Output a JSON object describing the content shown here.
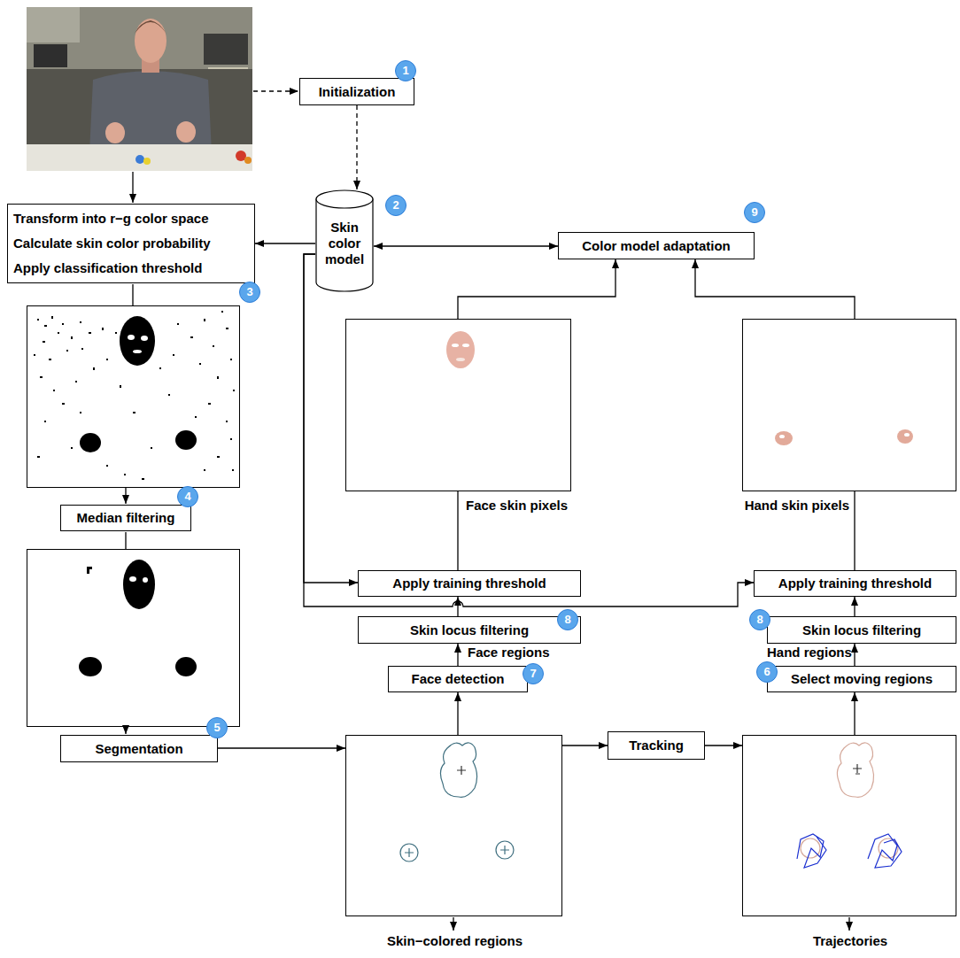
{
  "diagram": {
    "nodes": [
      {
        "text": [
          "Initialization"
        ]
      },
      {
        "text": [
          "Skin color model"
        ]
      },
      {
        "text": [
          "Transform into r−g color space",
          "Calculate skin color probability",
          "Apply classification threshold"
        ]
      },
      {
        "text": [
          "Color model adaptation"
        ]
      },
      {
        "text": [
          "Face skin pixels"
        ]
      },
      {
        "text": [
          "Hand skin pixels"
        ]
      },
      {
        "text": [
          "Median filtering"
        ]
      },
      {
        "text": [
          "Apply training threshold"
        ]
      },
      {
        "text": [
          "Apply training threshold"
        ]
      },
      {
        "text": [
          "Skin locus filtering"
        ]
      },
      {
        "text": [
          "Skin locus filtering"
        ]
      },
      {
        "text": [
          "Face detection"
        ]
      },
      {
        "text": [
          "Select moving regions"
        ]
      },
      {
        "text": [
          "Segmentation"
        ]
      },
      {
        "text": [
          "Skin−colored regions"
        ]
      },
      {
        "text": [
          "Tracking"
        ]
      },
      {
        "text": [
          "Trajectories"
        ]
      }
    ],
    "edges": [
      {
        "from": 0,
        "to": 1,
        "arrow": "to"
      },
      {
        "from": 1,
        "to": 2,
        "arrow": "to"
      },
      {
        "from": 1,
        "to": 3,
        "arrow": "both"
      },
      {
        "from": 4,
        "to": 3,
        "arrow": "to"
      },
      {
        "from": 5,
        "to": 3,
        "arrow": "to"
      },
      {
        "from": 1,
        "to": 7,
        "arrow": "to"
      },
      {
        "from": 1,
        "to": 8,
        "arrow": "to"
      },
      {
        "from": 9,
        "to": 7,
        "arrow": "to"
      },
      {
        "from": 7,
        "to": 4,
        "arrow": "none"
      },
      {
        "from": 11,
        "to": 9,
        "arrow": "to"
      },
      {
        "from": 14,
        "to": 11,
        "arrow": "to"
      },
      {
        "from": 10,
        "to": 8,
        "arrow": "to"
      },
      {
        "from": 8,
        "to": 5,
        "arrow": "none"
      },
      {
        "from": 12,
        "to": 10,
        "arrow": "to"
      },
      {
        "from": 16,
        "to": 12,
        "arrow": "to"
      },
      {
        "from": 13,
        "to": 14,
        "arrow": "to"
      },
      {
        "from": 14,
        "to": 15,
        "arrow": "to"
      },
      {
        "from": 15,
        "to": 16,
        "arrow": "to"
      }
    ],
    "labels": [
      "1",
      "2",
      "3",
      "4",
      "5",
      "6",
      "7",
      "8",
      "8",
      "9",
      "Face regions",
      "Hand regions"
    ]
  }
}
